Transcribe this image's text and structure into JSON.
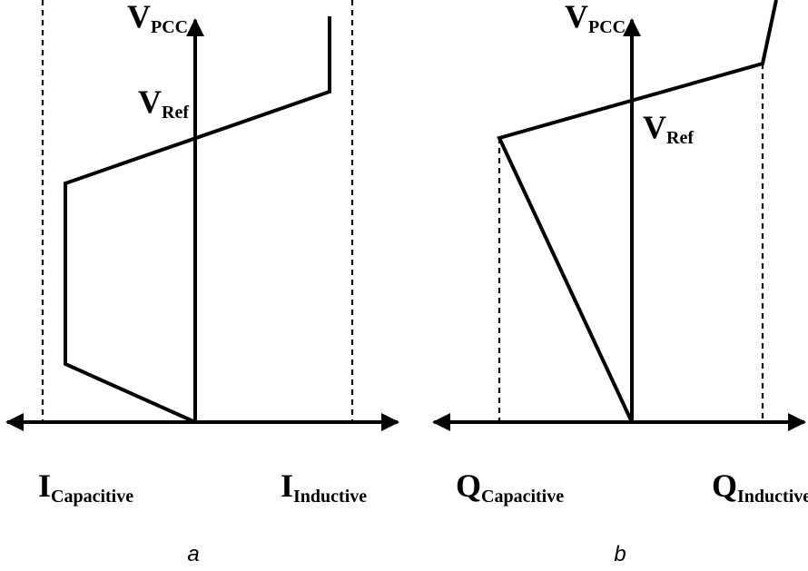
{
  "panels": [
    {
      "id": "a",
      "caption": "a",
      "v_axis": {
        "main": "V",
        "sub": "PCC"
      },
      "ref_label": {
        "main": "V",
        "sub": "Ref"
      },
      "left_label": {
        "main": "I",
        "sub": "Capacitive"
      },
      "right_label": {
        "main": "I",
        "sub": "Inductive"
      }
    },
    {
      "id": "b",
      "caption": "b",
      "v_axis": {
        "main": "V",
        "sub": "PCC"
      },
      "ref_label": {
        "main": "V",
        "sub": "Ref"
      },
      "left_label": {
        "main": "Q",
        "sub": "Capacitive"
      },
      "right_label": {
        "main": "Q",
        "sub": "Inductive"
      }
    }
  ]
}
